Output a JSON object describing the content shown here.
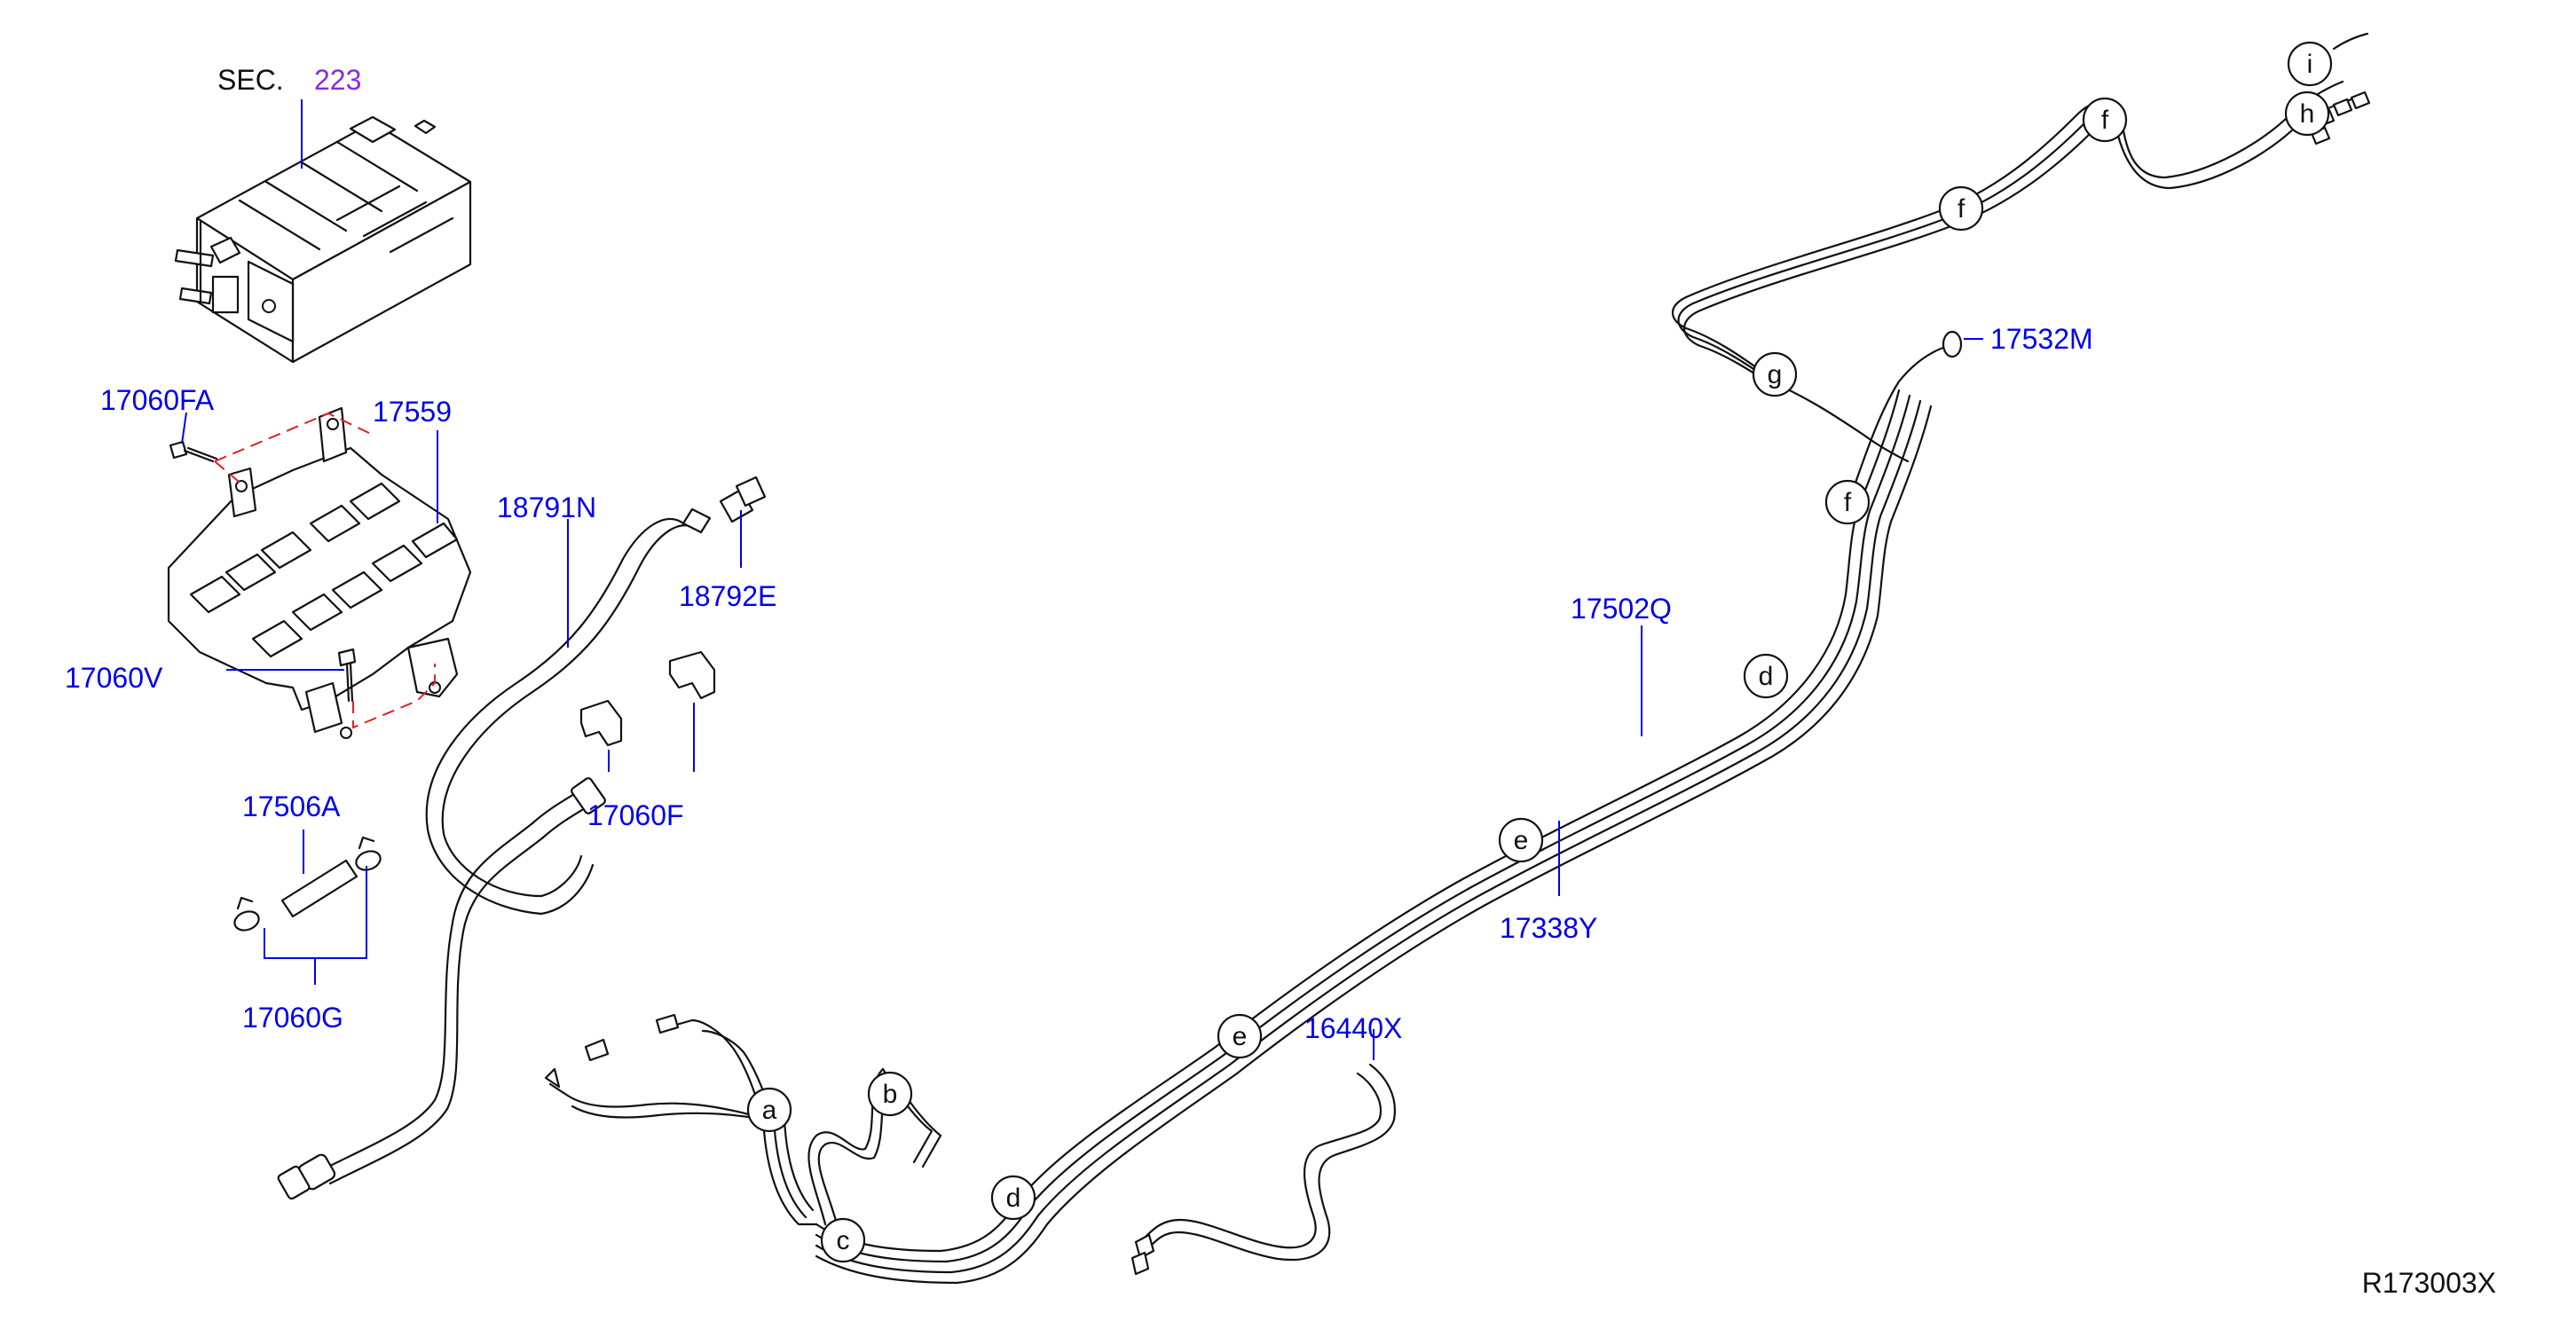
{
  "colors": {
    "part_number": "#0000ee",
    "section_ref": "#8a2be2",
    "line": "#111111",
    "dashed_guide": "#dd2222",
    "background": "#ffffff"
  },
  "section_ref": {
    "prefix": "SEC.",
    "number": "223"
  },
  "part_labels": {
    "p17060FA": "17060FA",
    "p17559": "17559",
    "p18791N": "18791N",
    "p18792E": "18792E",
    "p17060V": "17060V",
    "p17060F": "17060F",
    "p17506A": "17506A",
    "p17060G": "17060G",
    "p17532M": "17532M",
    "p17502Q": "17502Q",
    "p17338Y": "17338Y",
    "p16440X": "16440X"
  },
  "connection_markers": {
    "i": "i",
    "h": "h",
    "f1": "f",
    "f2": "f",
    "g": "g",
    "f3": "f",
    "d1": "d",
    "e1": "e",
    "e2": "e",
    "a": "a",
    "b": "b",
    "c": "c",
    "d2": "d"
  },
  "diagram_code": "R173003X"
}
